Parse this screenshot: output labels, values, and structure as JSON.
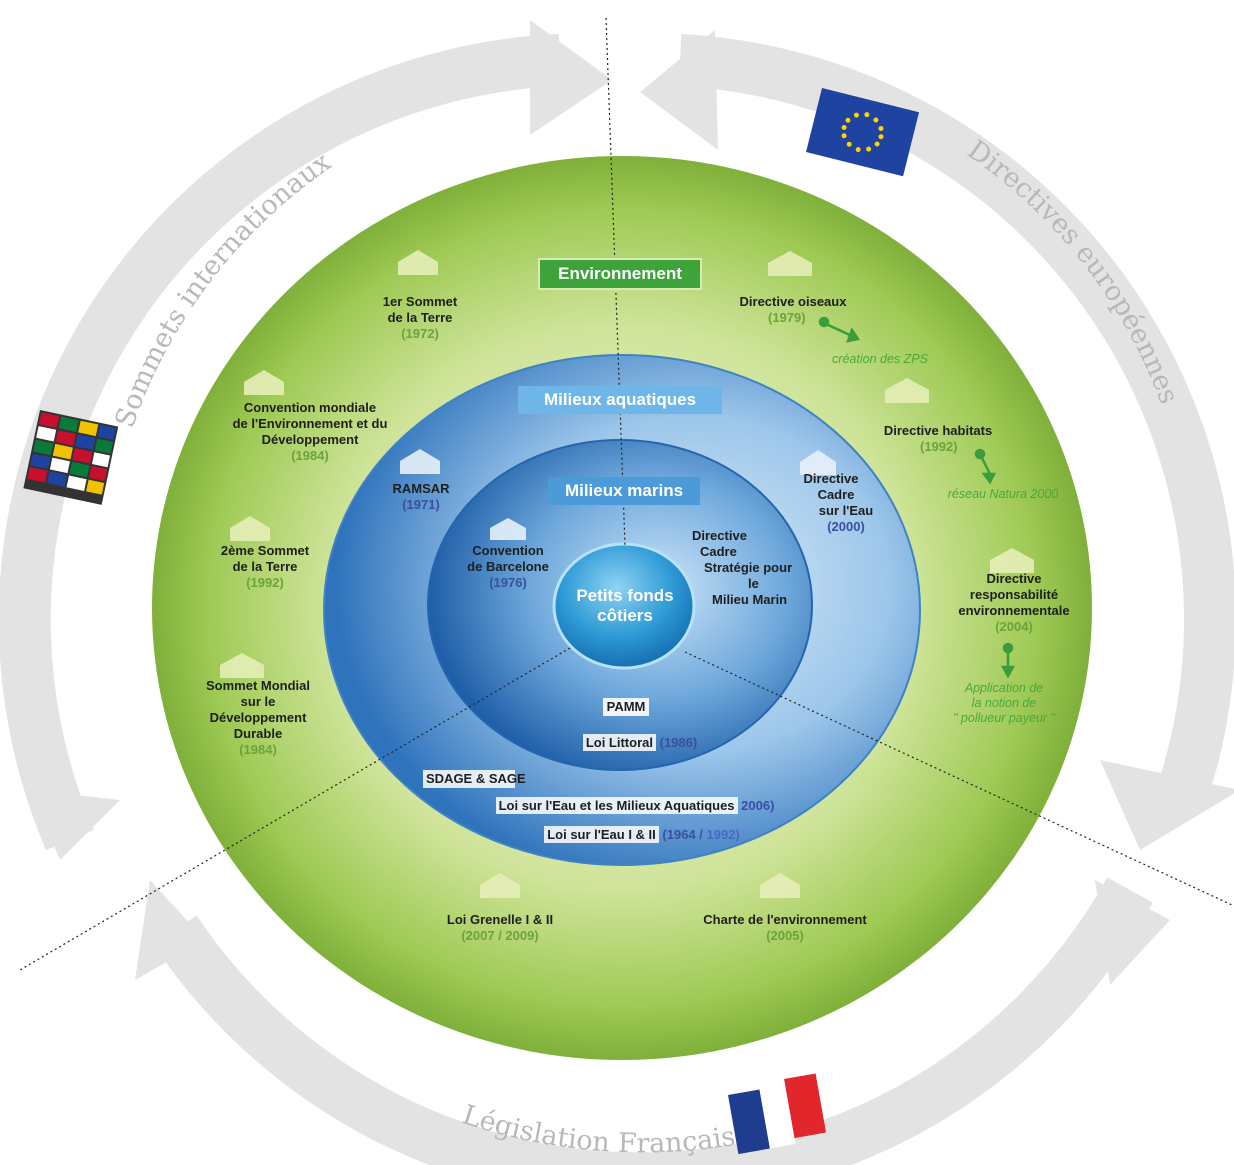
{
  "arcs": {
    "international": "Sommets internationaux",
    "european": "Directives européennes",
    "french": "Législation Française"
  },
  "rings": {
    "environment": "Environnement",
    "aquatic": "Milieux aquatiques",
    "marine": "Milieux marins",
    "core_line1": "Petits fonds",
    "core_line2": "côtiers"
  },
  "international": {
    "summit1": {
      "line1": "1er Sommet",
      "line2": "de la Terre",
      "year": "(1972)"
    },
    "convention_world": {
      "line1": "Convention mondiale",
      "line2": "de l'Environnement et du",
      "line3": "Développement",
      "year": "(1984)"
    },
    "summit2": {
      "line1": "2ème Sommet",
      "line2": "de la Terre",
      "year": "(1992)"
    },
    "world_summit": {
      "line1": "Sommet Mondial",
      "line2": "sur le",
      "line3": "Développement",
      "line4": "Durable",
      "year": "(1984)"
    },
    "ramsar": {
      "line1": "RAMSAR",
      "year": "(1971)"
    },
    "barcelona": {
      "line1": "Convention",
      "line2": "de Barcelone",
      "year": "(1976)"
    }
  },
  "european": {
    "birds": {
      "line1": "Directive oiseaux",
      "year": "(1979)",
      "note": "création des ZPS"
    },
    "habitats": {
      "line1": "Directive habitats",
      "year": "(1992)",
      "note": "réseau Natura 2000"
    },
    "responsibility": {
      "line1": "Directive",
      "line2": "responsabilité",
      "line3": "environnementale",
      "year": "(2004)",
      "note1": "Application de",
      "note2": "la notion de",
      "note3": "\" pollueur payeur \""
    },
    "water_framework": {
      "line1": "Directive",
      "line2": "Cadre",
      "line3": "sur l'Eau",
      "year": "(2000)"
    },
    "marine_strategy": {
      "line1": "Directive",
      "line2": "Cadre",
      "line3": "Stratégie pour",
      "line4": "le",
      "line5": "Milieu Marin"
    }
  },
  "french": {
    "pamm": "PAMM",
    "littoral": {
      "label": "Loi Littoral",
      "year": "(1986)"
    },
    "sdage": "SDAGE & SAGE",
    "lema": {
      "label": "Loi sur l'Eau et les Milieux Aquatiques",
      "year": "2006)"
    },
    "water_law": {
      "label": "Loi sur l'Eau I & II",
      "year1": "(1964 /",
      "year2": "1992)"
    },
    "grenelle": {
      "line1": "Loi Grenelle I & II",
      "year": "(2007 / 2009)"
    },
    "charter": {
      "line1": "Charte de l'environnement",
      "year": "(2005)"
    }
  },
  "colors": {
    "green_outer": "#8fbf45",
    "green_light": "#d6e8a2",
    "blue_outer": "#1d5fa9",
    "blue_light": "#cfe5f7",
    "gray_arrow": "#e2e2e2",
    "accent_green": "#3a9c3b"
  }
}
